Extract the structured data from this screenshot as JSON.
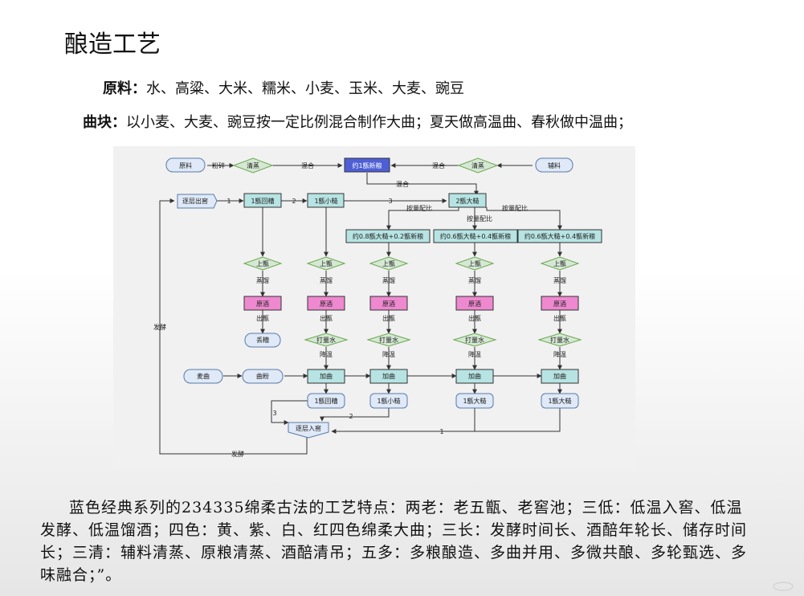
{
  "title": "酿造工艺",
  "raw": {
    "label": "原料：",
    "text": "水、高粱、大米、糯米、小麦、玉米、大麦、豌豆"
  },
  "qu": {
    "label": "曲块：",
    "text": "以小麦、大麦、豌豆按一定比例混合制作大曲；夏天做高温曲、春秋做中温曲；"
  },
  "flow": {
    "yuanliao": "原料",
    "fensui": "粉碎",
    "qingzheng": "清蒸",
    "hunhe": "混合",
    "xinliang": "约1甑新粮",
    "fuliao": "辅料",
    "hunhe2": "混合",
    "zhucengchujiao": "逐层出窖",
    "n1": "1",
    "n2": "2",
    "n3": "3",
    "huizao1": "1甑回糟",
    "xiaozha1": "1甑小糙",
    "dazha2": "2甑大糙",
    "peibi1": "按量配比",
    "peibi2": "按量配比",
    "peibi3": "按量配比",
    "mix1": "约0.8甑大糙+0.2甑新粮",
    "mix2": "约0.6甑大糙+0.4甑新粮",
    "mix3": "约0.6甑大糙+0.4甑新粮",
    "shangzeng": "上甑",
    "zhengliu": "蒸馏",
    "yuanjiu": "原酒",
    "chuzeng": "出甑",
    "dalingshui": "打量水",
    "jiangwen": "降温",
    "jiaqu": "加曲",
    "diuzao": "丢糟",
    "maiqu": "麦曲",
    "qufen": "曲粉",
    "fajiao": "发酵",
    "out1": "1甑回糟",
    "out2": "1甑小糙",
    "out3": "1甑大糙",
    "out4": "1甑大糙",
    "zhucengrujiao": "逐层入窖",
    "r1": "1",
    "r2": "2",
    "r3": "3",
    "fajiao2": "发酵"
  },
  "paragraph": "蓝色经典系列的234335绵柔古法的工艺特点：两老：老五甑、老窖池；三低：低温入窖、低温发酵、低温馏酒；四色：黄、紫、白、红四色绵柔大曲；三长：发酵时间长、酒醅年轮长、储存时间长；三清：辅料清蒸、原粮清蒸、酒醅清吊；五多：多粮酿造、多曲并用、多微共酿、多轮甄选、多味融合；”。",
  "colors": {
    "round": "#dfe9f7",
    "green": "#d5e8d4",
    "teal": "#b7e3e3",
    "blue": "#4e5fd6",
    "pink": "#ee88cf"
  }
}
